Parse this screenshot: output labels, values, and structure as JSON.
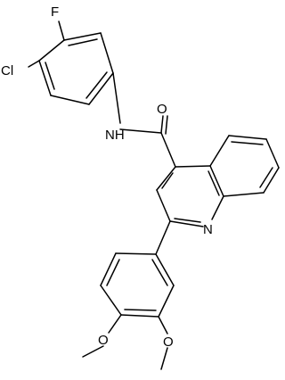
{
  "molecule": {
    "atom_labels": {
      "cl": "Cl",
      "f": "F",
      "nh": "NH",
      "o_amide": "O",
      "n_ring": "N",
      "o_methoxy_left": "O",
      "o_methoxy_right": "O"
    },
    "colors": {
      "bond": "#000000",
      "text": "#000000",
      "background": "#ffffff"
    }
  }
}
